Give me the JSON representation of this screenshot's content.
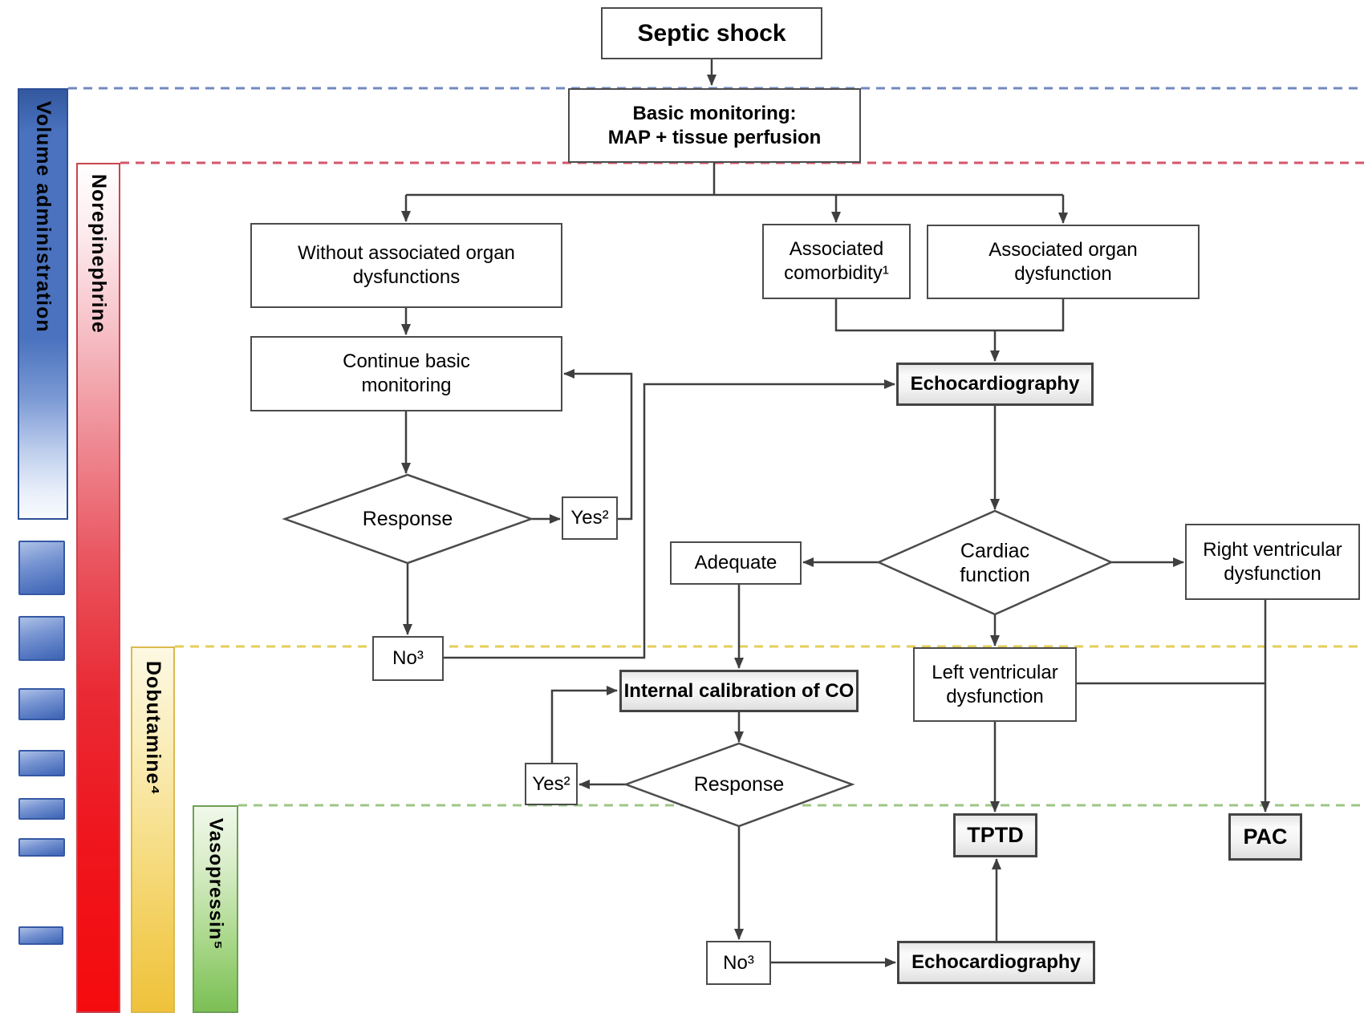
{
  "figure": {
    "background": "#ffffff",
    "zones": [
      {
        "id": "volume-administration",
        "label": "Volume administration",
        "bar_color": "#4a72be",
        "line_color": "#7189bd"
      },
      {
        "id": "norepinephrine",
        "label": "Norepinephrine",
        "bar_color": "#ee1620",
        "line_color": "#d4566b"
      },
      {
        "id": "dobutamine",
        "label": "Dobutamine⁴",
        "bar_color": "#f2cd57",
        "line_color": "#e5ce58"
      },
      {
        "id": "vasopressin",
        "label": "Vasopressin⁵",
        "bar_color": "#8cc868",
        "line_color": "#9cc785"
      }
    ],
    "nodes": {
      "septic_shock": "Septic shock",
      "basic_monitoring": "Basic monitoring:\nMAP + tissue perfusion",
      "without_dysfunctions": "Without associated organ\ndysfunctions",
      "associated_comorbidity": "Associated\ncomorbidity¹",
      "associated_organ_dysfunction": "Associated organ\ndysfunction",
      "continue_basic_monitoring": "Continue basic\nmonitoring",
      "echocardiography_top": "Echocardiography",
      "response_1": "Response",
      "yes_1": "Yes²",
      "no_1": "No³",
      "adequate": "Adequate",
      "cardiac_function": "Cardiac\nfunction",
      "right_ventricular_dysfunction": "Right ventricular\ndysfunction",
      "left_ventricular_dysfunction": "Left ventricular\ndysfunction",
      "internal_calibration": "Internal calibration of CO",
      "yes_2": "Yes²",
      "response_2": "Response",
      "no_2": "No³",
      "tptd": "TPTD",
      "pac": "PAC",
      "echocardiography_bottom": "Echocardiography"
    }
  }
}
